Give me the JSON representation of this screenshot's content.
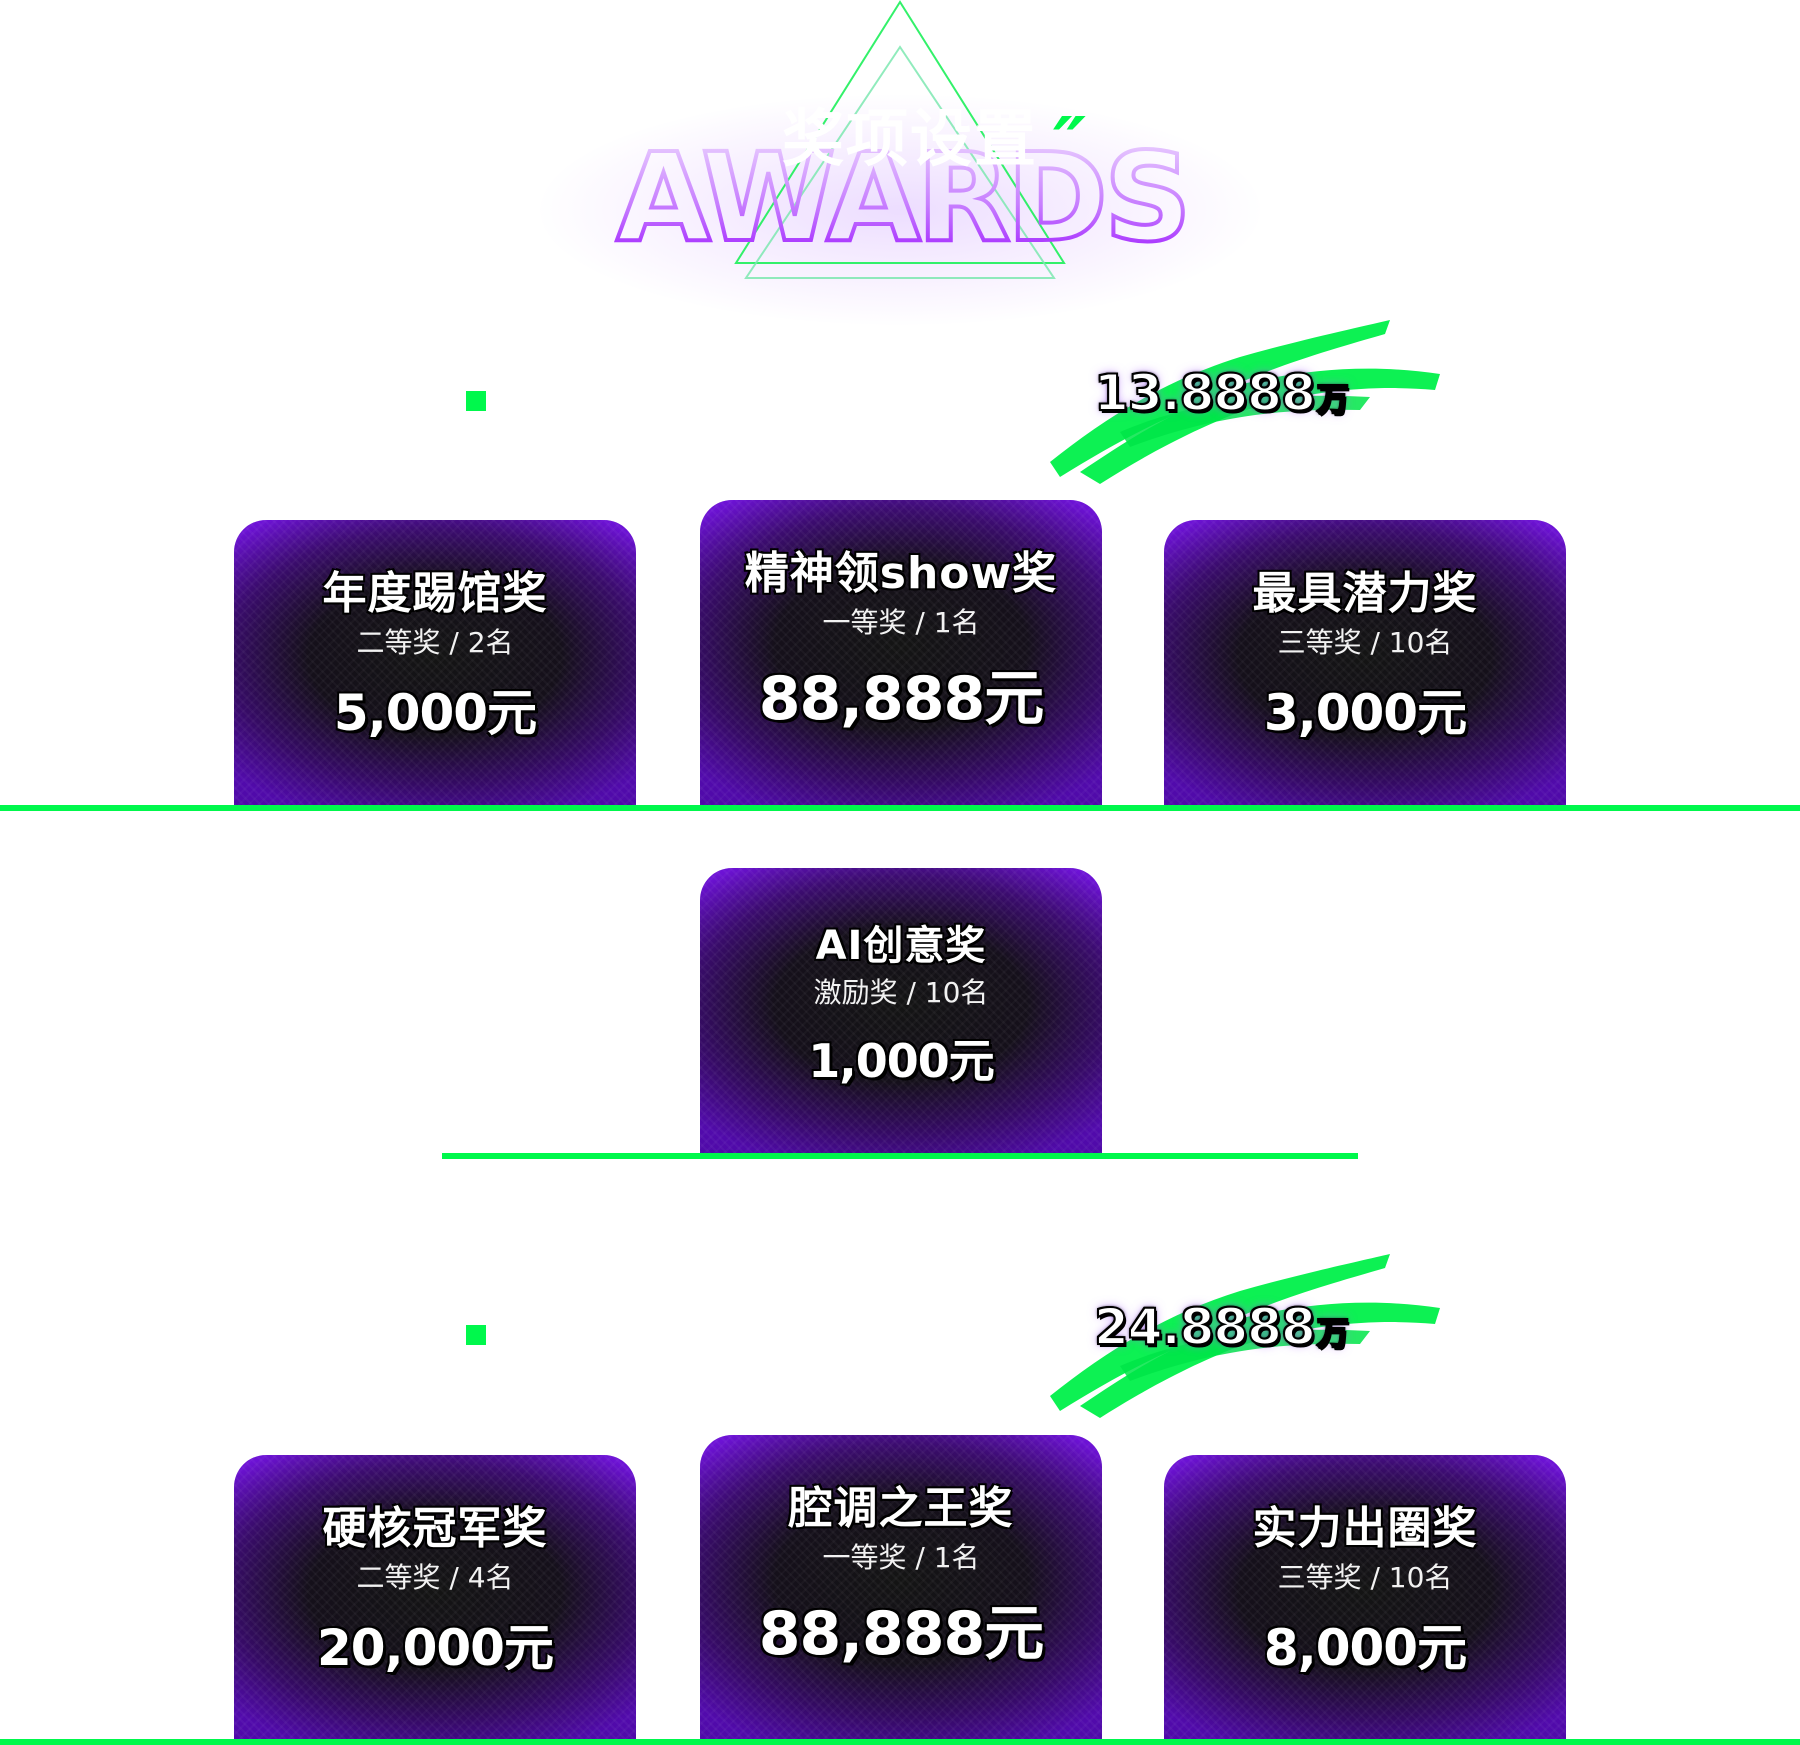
{
  "header": {
    "title_cn": "奖项设置",
    "title_en": "AWARDS",
    "quote_mark": "″"
  },
  "colors": {
    "accent_green": "#00f84c",
    "card_purple": "#6a0fd0",
    "card_dark": "#141414",
    "title_outline_purple": "#a21cff",
    "triangle_green": "#1df05a"
  },
  "sections": [
    {
      "label": "",
      "total_value": "13.8888",
      "total_unit": "万",
      "cards": [
        {
          "position": "left",
          "name": "年度踢馆奖",
          "tier": "二等奖 / 2名",
          "prize": "5,000元"
        },
        {
          "position": "center",
          "name": "精神领show奖",
          "tier": "一等奖 / 1名",
          "prize": "88,888元"
        },
        {
          "position": "right",
          "name": "最具潜力奖",
          "tier": "三等奖 / 10名",
          "prize": "3,000元"
        }
      ],
      "extra_card": {
        "name": "AI创意奖",
        "tier": "激励奖 / 10名",
        "prize": "1,000元"
      }
    },
    {
      "label": "",
      "total_value": "24.8888",
      "total_unit": "万",
      "cards": [
        {
          "position": "left",
          "name": "硬核冠军奖",
          "tier": "二等奖 / 4名",
          "prize": "20,000元"
        },
        {
          "position": "center",
          "name": "腔调之王奖",
          "tier": "一等奖 / 1名",
          "prize": "88,888元"
        },
        {
          "position": "right",
          "name": "实力出圈奖",
          "tier": "三等奖 / 10名",
          "prize": "8,000元"
        }
      ]
    }
  ]
}
